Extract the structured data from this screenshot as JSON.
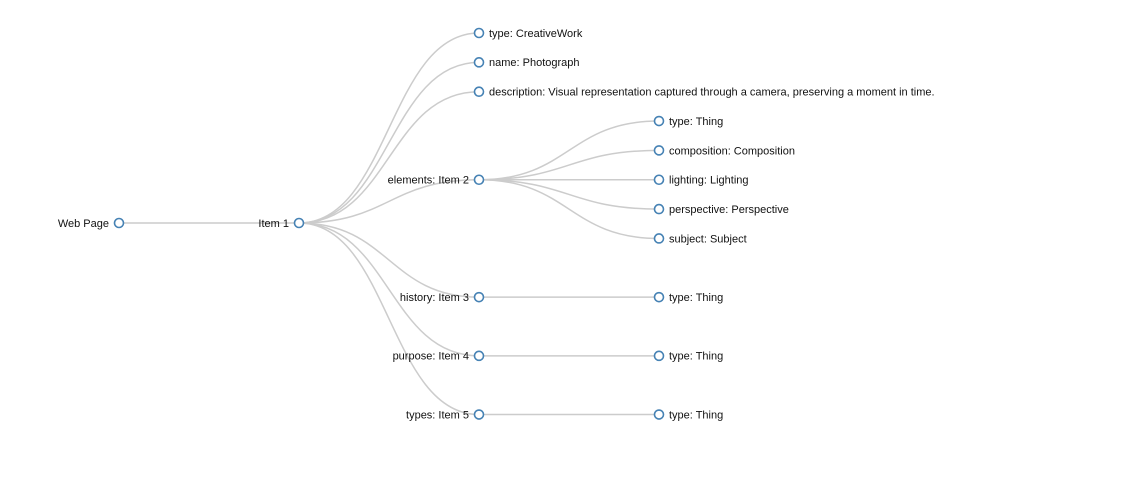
{
  "tree": {
    "label": "Web Page",
    "children": [
      {
        "label": "Item 1",
        "children": [
          {
            "label": "type: CreativeWork"
          },
          {
            "label": "name: Photograph"
          },
          {
            "label": "description: Visual representation captured through a camera, preserving a moment in time."
          },
          {
            "label": "elements: Item 2",
            "children": [
              {
                "label": "type: Thing"
              },
              {
                "label": "composition: Composition"
              },
              {
                "label": "lighting: Lighting"
              },
              {
                "label": "perspective: Perspective"
              },
              {
                "label": "subject: Subject"
              }
            ]
          },
          {
            "label": "history: Item 3",
            "children": [
              {
                "label": "type: Thing"
              }
            ]
          },
          {
            "label": "purpose: Item 4",
            "children": [
              {
                "label": "type: Thing"
              }
            ]
          },
          {
            "label": "types: Item 5",
            "children": [
              {
                "label": "type: Thing"
              }
            ]
          }
        ]
      }
    ]
  },
  "colors": {
    "link": "#cccccc",
    "node_stroke": "#4682b4",
    "node_fill": "#ffffff",
    "text": "#111111"
  }
}
